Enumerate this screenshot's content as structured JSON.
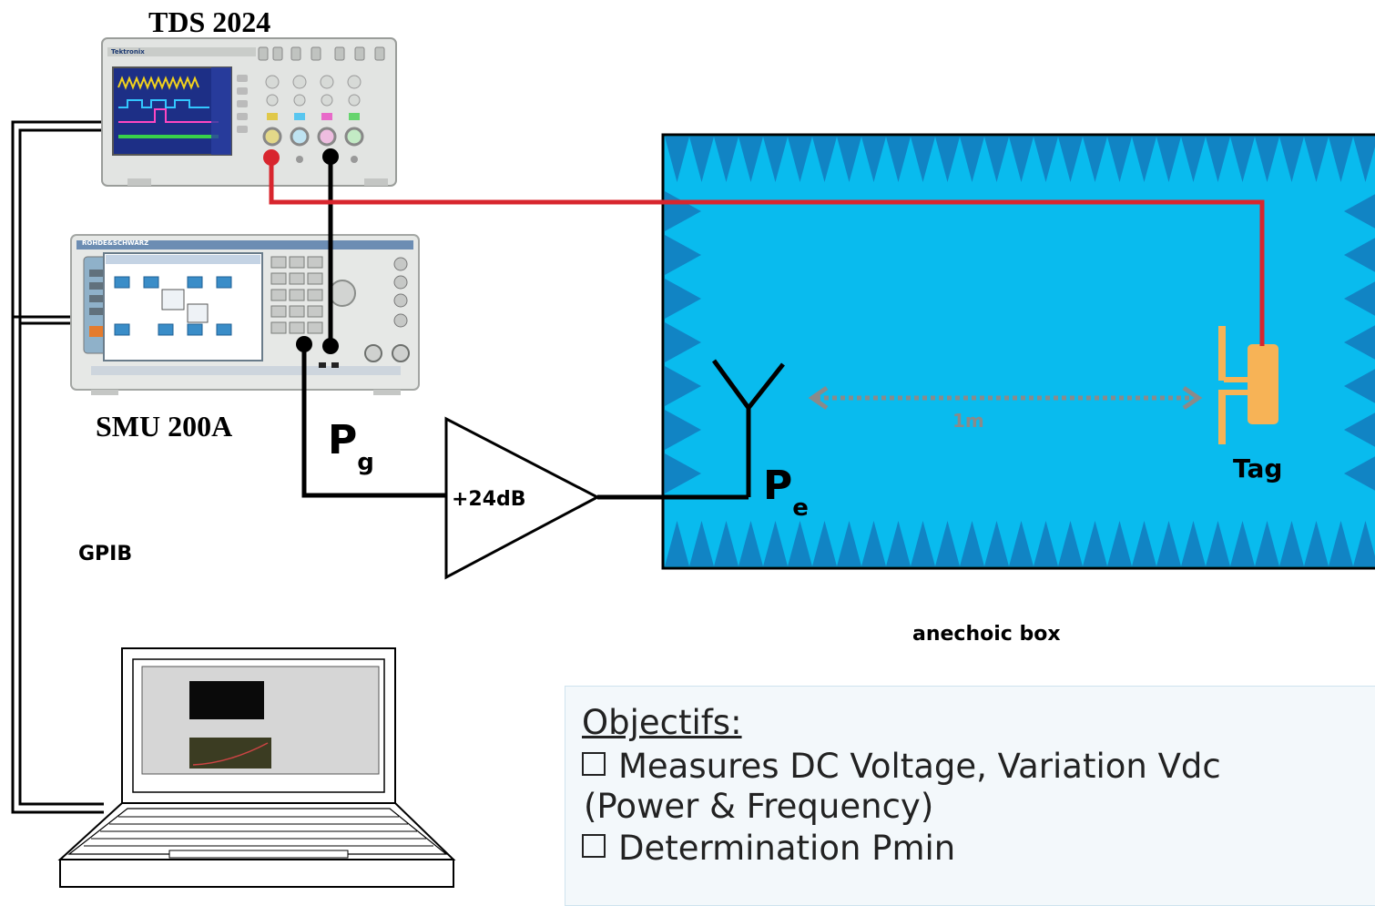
{
  "devices": {
    "oscilloscope": {
      "label": "TDS 2024",
      "brand": "Tektronix"
    },
    "generator": {
      "label": "SMU 200A",
      "brand": "ROHDE&SCHWARZ"
    },
    "computer": {
      "label": ""
    }
  },
  "links": {
    "gpib": "GPIB"
  },
  "amplifier": {
    "gain": "+24dB"
  },
  "powers": {
    "pg_main": "P",
    "pg_sub": "g",
    "pe_main": "P",
    "pe_sub": "e"
  },
  "anechoic": {
    "label": "anechoic box",
    "distance": "1m",
    "tag_label": "Tag"
  },
  "objectifs": {
    "title": "Objectifs:",
    "items": [
      {
        "text": "Measures DC Voltage,  Variation Vdc"
      },
      {
        "text": "(Power & Frequency)"
      },
      {
        "text": "Determination  Pmin"
      }
    ]
  },
  "colors": {
    "chamber": "#09bbee",
    "spike": "#1184c4",
    "wire_red": "#d8262e",
    "wire_black": "#000000",
    "tag": "#f7b356",
    "distance": "#8a8a8a"
  }
}
